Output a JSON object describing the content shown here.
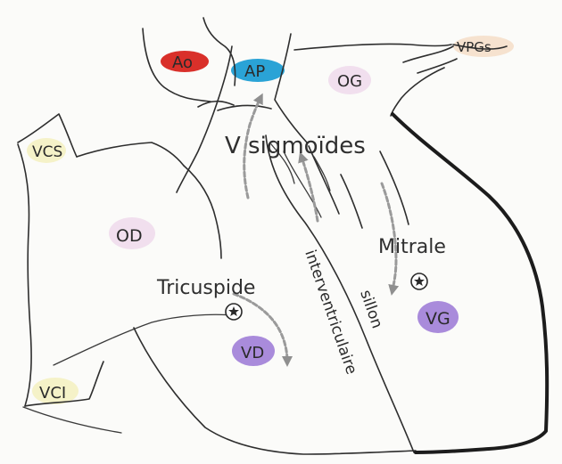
{
  "labels": {
    "ao": "Ao",
    "ap": "AP",
    "og": "OG",
    "vpgs": "VPGs",
    "vcs": "VCS",
    "od": "OD",
    "vci": "VCI",
    "vd": "VD",
    "vg": "VG",
    "v_sigmoides": "V sigmoïdes",
    "tricuspide": "Tricuspide",
    "mitrale": "Mitrale",
    "sillon": "sillon",
    "interventriculaire": "interventriculaire"
  },
  "colors": {
    "ao": "#d9302a",
    "ap": "#2aa3d6",
    "og": "#f1dfee",
    "vpgs": "#f6e2cf",
    "vcs": "#f5f2c8",
    "od": "#f1dfee",
    "vci": "#f5f2c8",
    "vd": "#a98bdb",
    "vg": "#a98bdb"
  },
  "icons": {
    "tricuspid_valve": "star-icon",
    "mitral_valve": "star-icon"
  }
}
